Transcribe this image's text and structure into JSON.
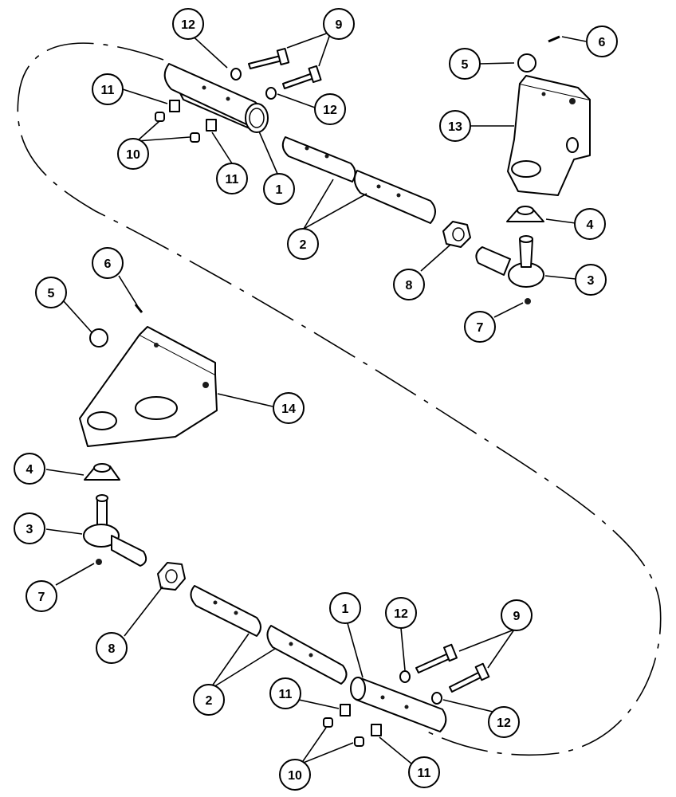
{
  "diagram": {
    "callouts": [
      {
        "id": "c1",
        "label": "12"
      },
      {
        "id": "c2",
        "label": "9"
      },
      {
        "id": "c3",
        "label": "6"
      },
      {
        "id": "c4",
        "label": "5"
      },
      {
        "id": "c5",
        "label": "11"
      },
      {
        "id": "c6",
        "label": "12"
      },
      {
        "id": "c7",
        "label": "13"
      },
      {
        "id": "c8",
        "label": "10"
      },
      {
        "id": "c9",
        "label": "11"
      },
      {
        "id": "c10",
        "label": "1"
      },
      {
        "id": "c11",
        "label": "4"
      },
      {
        "id": "c12",
        "label": "2"
      },
      {
        "id": "c13",
        "label": "8"
      },
      {
        "id": "c14",
        "label": "3"
      },
      {
        "id": "c15",
        "label": "7"
      },
      {
        "id": "c16",
        "label": "6"
      },
      {
        "id": "c17",
        "label": "5"
      },
      {
        "id": "c18",
        "label": "14"
      },
      {
        "id": "c19",
        "label": "4"
      },
      {
        "id": "c20",
        "label": "3"
      },
      {
        "id": "c21",
        "label": "7"
      },
      {
        "id": "c22",
        "label": "8"
      },
      {
        "id": "c23",
        "label": "1"
      },
      {
        "id": "c24",
        "label": "12"
      },
      {
        "id": "c25",
        "label": "9"
      },
      {
        "id": "c26",
        "label": "2"
      },
      {
        "id": "c27",
        "label": "11"
      },
      {
        "id": "c28",
        "label": "12"
      },
      {
        "id": "c29",
        "label": "10"
      },
      {
        "id": "c30",
        "label": "11"
      }
    ]
  }
}
